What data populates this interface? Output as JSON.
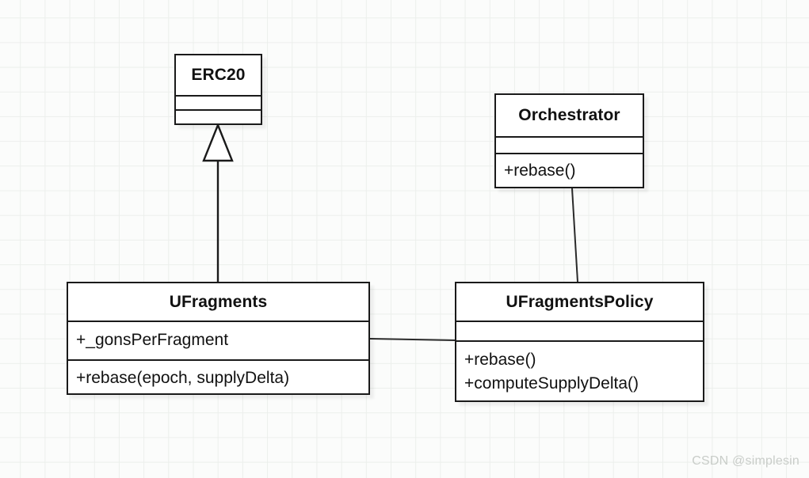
{
  "diagram": {
    "type": "uml-class-diagram",
    "title": "",
    "background": "#fbfcfb",
    "grid_color": "#ecefec",
    "line_color": "#1a1a1a",
    "box_fill": "#ffffff",
    "classes": [
      {
        "id": "erc20",
        "name": "ERC20",
        "attributes": [],
        "methods": [],
        "empty_compartments": 2
      },
      {
        "id": "orchestrator",
        "name": "Orchestrator",
        "attributes": [],
        "methods": [
          "+rebase()"
        ],
        "empty_compartments": 1
      },
      {
        "id": "ufragments",
        "name": "UFragments",
        "attributes": [
          "+_gonsPerFragment"
        ],
        "methods": [
          "+rebase(epoch, supplyDelta)"
        ],
        "empty_compartments": 0
      },
      {
        "id": "ufragmentspolicy",
        "name": "UFragmentsPolicy",
        "attributes": [],
        "methods": [
          "+rebase()",
          "+computeSupplyDelta()"
        ],
        "empty_compartments": 1
      }
    ],
    "relationships": [
      {
        "id": "inheritance-ufragments-erc20",
        "kind": "generalization",
        "from": "UFragments",
        "to": "ERC20",
        "arrow": "hollow-triangle"
      },
      {
        "id": "association-ufragments-policy",
        "kind": "association",
        "from": "UFragments",
        "to": "UFragmentsPolicy",
        "arrow": "none"
      },
      {
        "id": "association-orchestrator-policy",
        "kind": "association",
        "from": "Orchestrator",
        "to": "UFragmentsPolicy",
        "arrow": "none"
      }
    ]
  },
  "watermark": {
    "text": "CSDN @simplesin"
  }
}
